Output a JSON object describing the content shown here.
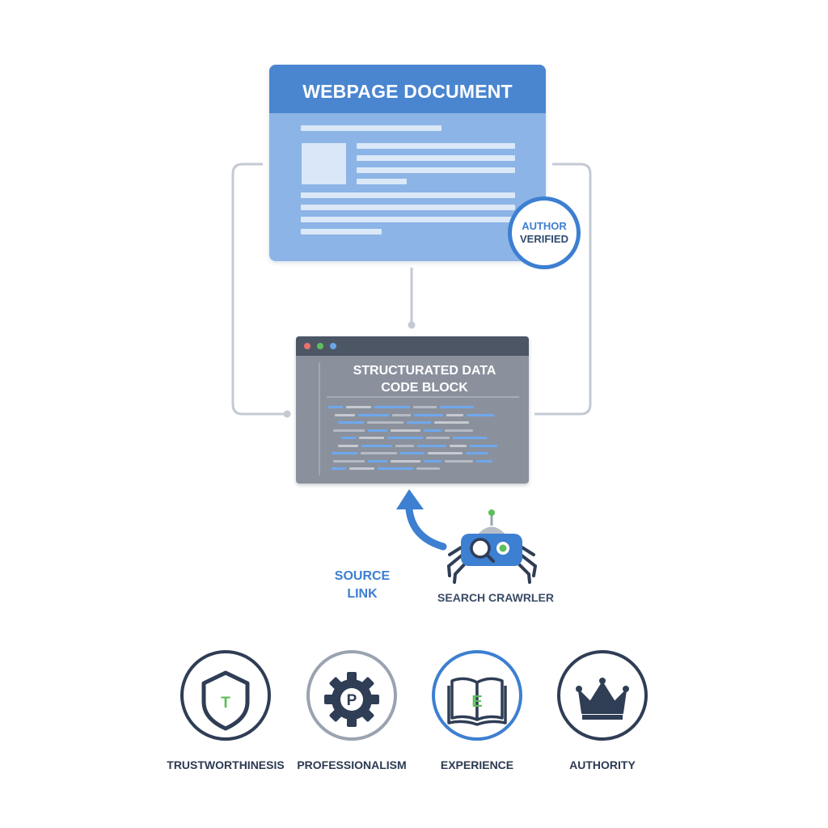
{
  "document": {
    "title": "WEBPAGE DOCUMENT",
    "badge_line1": "AUTHOR",
    "badge_line2": "VERIFIED"
  },
  "code_block": {
    "title_line1": "STRUCTURATED DATA",
    "title_line2": "CODE BLOCK"
  },
  "crawler": {
    "source_link_line1": "SOURCE",
    "source_link_line2": "LINK",
    "label": "SEARCH CRAWRLER",
    "icon": "robot-spider-icon"
  },
  "pillars": [
    {
      "label": "TRUSTWORTHINESIS",
      "letter": "T",
      "icon": "shield-icon"
    },
    {
      "label": "PROFESSIONALISM",
      "letter": "P",
      "icon": "gear-icon"
    },
    {
      "label": "EXPERIENCE",
      "letter": "E",
      "icon": "open-book-icon"
    },
    {
      "label": "AUTHORITY",
      "letter": "",
      "icon": "crown-icon"
    }
  ],
  "colors": {
    "accent_blue": "#3d7fd1",
    "document_blue": "#8cb4e6",
    "header_blue": "#4a86d0",
    "code_gray": "#8a919d",
    "dark_navy": "#2f3d55",
    "green": "#5cbf5a",
    "connector_gray": "#c4cad3"
  }
}
